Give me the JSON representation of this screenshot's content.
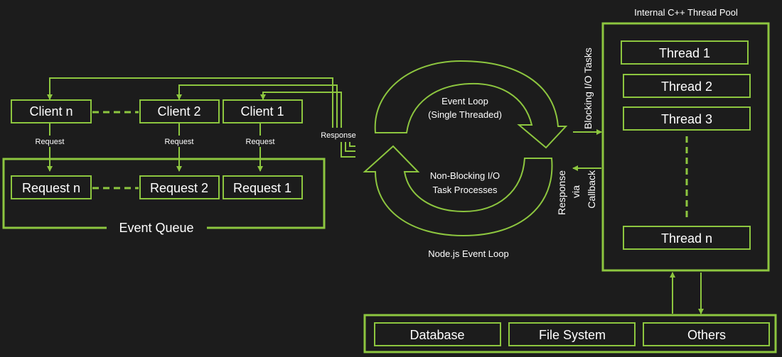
{
  "clients": {
    "n": "Client n",
    "two": "Client 2",
    "one": "Client 1"
  },
  "request_label": "Request",
  "requests": {
    "n": "Request n",
    "two": "Request 2",
    "one": "Request 1"
  },
  "event_queue_label": "Event Queue",
  "response_label": "Response",
  "event_loop": {
    "top_line1": "Event Loop",
    "top_line2": "(Single Threaded)",
    "bottom_line1": "Non-Blocking I/O",
    "bottom_line2": "Task Processes",
    "caption": "Node.js Event Loop"
  },
  "blocking_label": "Blocking I/O Tasks",
  "callback_label": {
    "line1": "Response",
    "line2": "via",
    "line3": "Callback"
  },
  "thread_pool": {
    "title": "Internal C++ Thread Pool",
    "threads": [
      "Thread 1",
      "Thread 2",
      "Thread 3",
      "Thread n"
    ]
  },
  "resources": [
    "Database",
    "File System",
    "Others"
  ],
  "colors": {
    "accent": "#8dc63f",
    "background": "#1c1c1c",
    "text": "#ffffff"
  }
}
